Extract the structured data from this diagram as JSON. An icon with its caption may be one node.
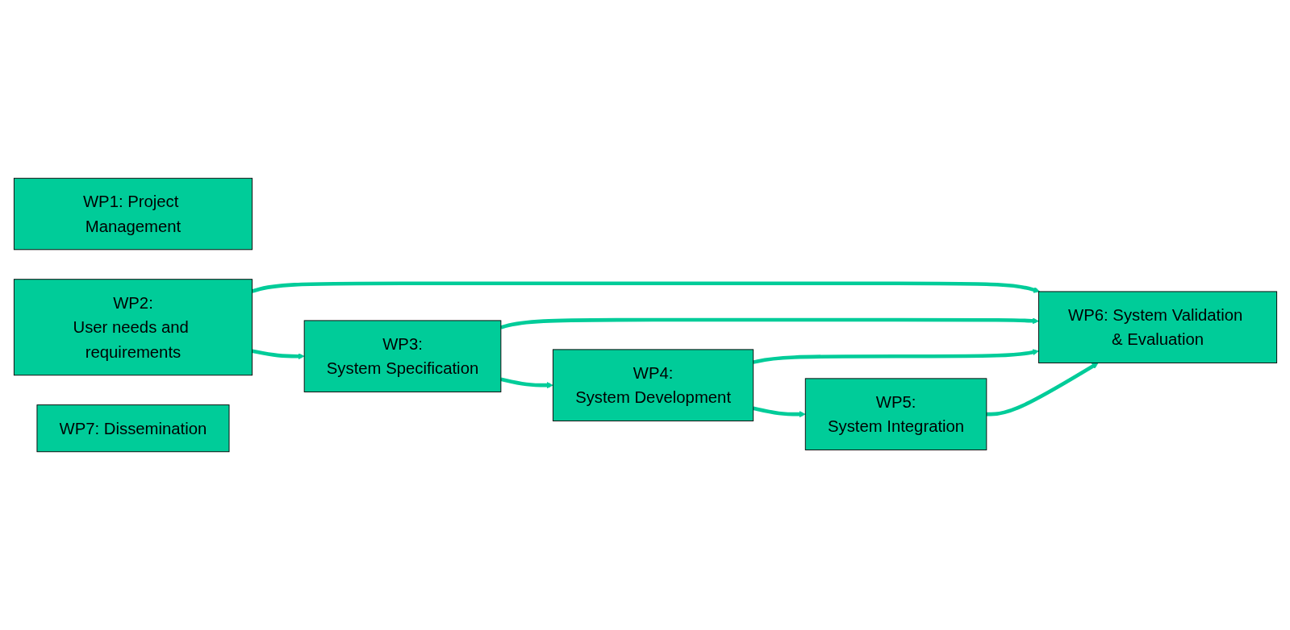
{
  "diagram": {
    "nodes": [
      {
        "text": [
          "WP1: Project Management"
        ]
      },
      {
        "text": [
          "WP2:",
          "User needs and requirements"
        ]
      },
      {
        "text": [
          "WP3:",
          "System Specification"
        ]
      },
      {
        "text": [
          "WP4:",
          "System Development"
        ]
      },
      {
        "text": [
          "WP5:",
          "System Integration"
        ]
      },
      {
        "text": [
          "WP6: System Validation & Evaluation"
        ]
      },
      {
        "text": [
          "WP7: Dissemination"
        ]
      }
    ],
    "edges": [
      {
        "from": 1,
        "to": 2,
        "arrow": "to"
      },
      {
        "from": 2,
        "to": 3,
        "arrow": "to"
      },
      {
        "from": 3,
        "to": 4,
        "arrow": "to"
      },
      {
        "from": 1,
        "to": 5,
        "arrow": "to"
      },
      {
        "from": 2,
        "to": 5,
        "arrow": "to"
      },
      {
        "from": 3,
        "to": 5,
        "arrow": "to"
      },
      {
        "from": 4,
        "to": 5,
        "arrow": "to"
      }
    ]
  }
}
